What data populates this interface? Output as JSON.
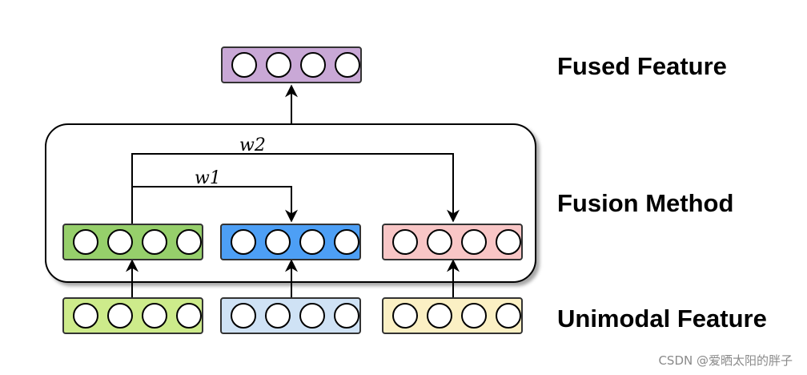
{
  "labels": {
    "fused": "Fused Feature",
    "fusion": "Fusion Method",
    "unimodal": "Unimodal Feature"
  },
  "weights": {
    "w1": "w1",
    "w2": "w2"
  },
  "watermark": "CSDN @爱晒太阳的胖子",
  "colors": {
    "fused_vector": "#c9a8d6",
    "fusion_green": "#96cf6b",
    "fusion_blue": "#4d9ff5",
    "fusion_pink": "#f8c6c6",
    "unimodal_green": "#cdeb8b",
    "unimodal_blue": "#cfe2f5",
    "unimodal_yellow": "#fbf0c4",
    "vector_border": "#333333",
    "neuron_fill": "#ffffff",
    "arrow": "#000000"
  },
  "vectors": [
    {
      "id": "fused-vector",
      "color_key": "fused_vector",
      "neurons": 4
    },
    {
      "id": "fusion-vector-1",
      "color_key": "fusion_green",
      "neurons": 4
    },
    {
      "id": "fusion-vector-2",
      "color_key": "fusion_blue",
      "neurons": 4
    },
    {
      "id": "fusion-vector-3",
      "color_key": "fusion_pink",
      "neurons": 4
    },
    {
      "id": "unimodal-vector-1",
      "color_key": "unimodal_green",
      "neurons": 4
    },
    {
      "id": "unimodal-vector-2",
      "color_key": "unimodal_blue",
      "neurons": 4
    },
    {
      "id": "unimodal-vector-3",
      "color_key": "unimodal_yellow",
      "neurons": 4
    }
  ]
}
